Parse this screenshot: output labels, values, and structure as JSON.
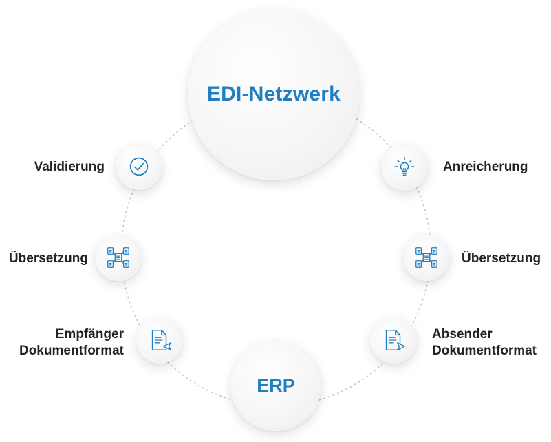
{
  "center_node": {
    "label": "EDI-Netzwerk"
  },
  "bottom_node": {
    "label": "ERP"
  },
  "nodes": {
    "validierung": {
      "label": "Validierung",
      "icon": "checkmark-circle-icon"
    },
    "anreicherung": {
      "label": "Anreicherung",
      "icon": "lightbulb-icon"
    },
    "uebersetzung_left": {
      "label": "Übersetzung",
      "icon": "document-mapping-icon"
    },
    "uebersetzung_right": {
      "label": "Übersetzung",
      "icon": "document-mapping-icon"
    },
    "empfaenger": {
      "line1": "Empfänger",
      "line2": "Dokumentformat",
      "icon": "document-receive-icon"
    },
    "absender": {
      "line1": "Absender",
      "line2": "Dokumentformat",
      "icon": "document-send-icon"
    }
  },
  "colors": {
    "accent": "#1f7fc1",
    "text": "#222222",
    "ring": "#c4c4c4"
  }
}
